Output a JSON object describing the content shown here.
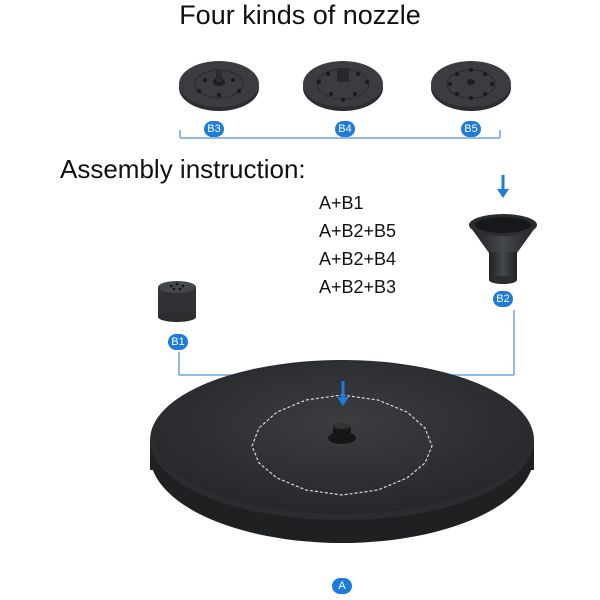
{
  "title": "Four kinds of nozzle",
  "subtitle": "Assembly instruction:",
  "formulas": [
    "A+B1",
    "A+B2+B5",
    "A+B2+B4",
    "A+B2+B3"
  ],
  "labels": {
    "b3": "B3",
    "b4": "B4",
    "b5": "B5",
    "b1": "B1",
    "b2": "B2",
    "a": "A"
  },
  "colors": {
    "accent": "#1f7bd8",
    "connector": "#6fa3dd",
    "part": "#2e3033"
  }
}
